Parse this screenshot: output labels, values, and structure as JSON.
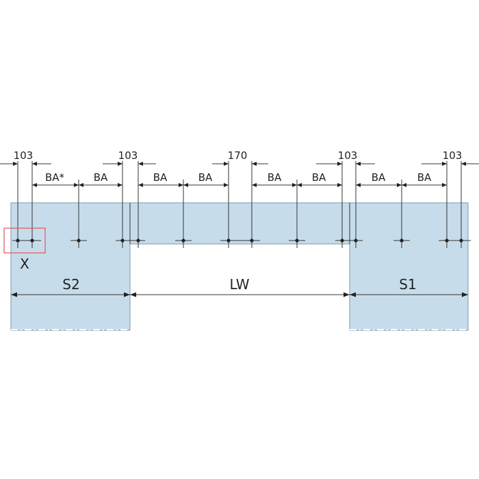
{
  "labels": {
    "dim_103_1": "103",
    "dim_103_2": "103",
    "dim_170": "170",
    "dim_103_3": "103",
    "dim_103_4": "103",
    "ba_star": "BA*",
    "ba_1": "BA",
    "ba_2": "BA",
    "ba_3": "BA",
    "ba_4": "BA",
    "ba_5": "BA",
    "ba_6": "BA",
    "ba_7": "BA",
    "detail": "X",
    "s2": "S2",
    "lw": "LW",
    "s1": "S1"
  },
  "colors": {
    "panel_fill": "#c6dceb",
    "panel_stroke": "#7f96a8",
    "detail_box": "#e0555a",
    "lines": "#333333"
  }
}
